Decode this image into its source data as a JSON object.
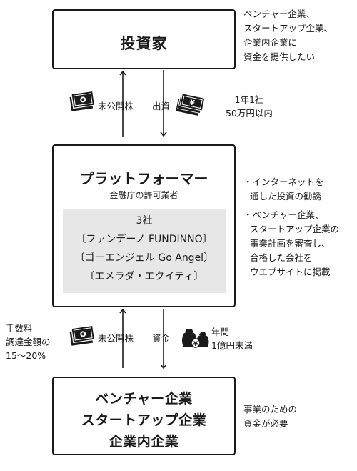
{
  "investor": {
    "title": "投資家",
    "note": [
      "ベンチャー企業、",
      "スタートアップ企業、",
      "企業内企業に",
      "資金を提供したい"
    ]
  },
  "platform": {
    "title": "プラットフォーマー",
    "subtitle": "金融庁の許可業者",
    "count": "3社",
    "companies": [
      "〔ファンデーノ FUNDINNO〕",
      "〔ゴーエンジェル Go Angel〕",
      "〔エメラダ・エクイティ〕"
    ],
    "notes": [
      {
        "lines": [
          "・インターネットを",
          "通した投資の勧誘"
        ]
      },
      {
        "lines": [
          "・ベンチャー企業、",
          "スタートアップ企業の",
          "事業計画を審査し、",
          "合格した会社を",
          "ウエブサイトに掲載"
        ]
      }
    ]
  },
  "company": {
    "lines": [
      "ベンチャー企業",
      "スタートアップ企業",
      "企業内企業"
    ],
    "note": [
      "事業のための",
      "資金が必要"
    ]
  },
  "flows": {
    "top": {
      "up_label": "未公開株",
      "down_label": "出資",
      "limit": [
        "1年1社",
        "50万円以内"
      ]
    },
    "bottom": {
      "up_label": "未公開株",
      "down_label": "資金",
      "limit": [
        "年間",
        "1億円未満"
      ],
      "fee": [
        "手数料",
        "調達金額の",
        "15〜20%"
      ]
    }
  },
  "icons": {
    "stock_certificate": "stock-certificate-icon",
    "cash_bundle": "cash-bundle-icon",
    "money_bags": "money-bags-icon"
  }
}
